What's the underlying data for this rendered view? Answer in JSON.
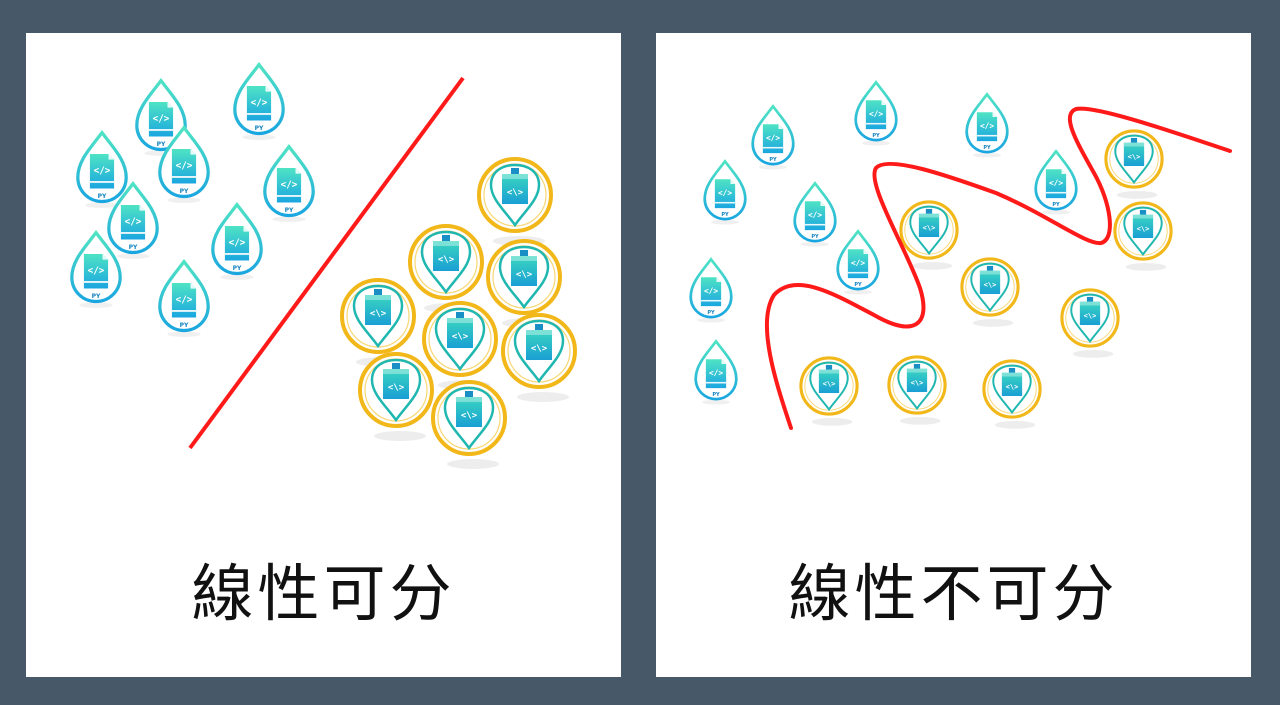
{
  "panels": [
    {
      "id": "linear",
      "caption": "線性可分"
    },
    {
      "id": "nonlinear",
      "caption": "線性不可分"
    }
  ],
  "icons": {
    "drop": {
      "name": "python-file-drop-icon",
      "label": "PY",
      "code": "</>",
      "color_top": "#4fe3c4",
      "color_bottom": "#1aa6e0"
    },
    "coin": {
      "name": "code-file-coin-icon",
      "code": "<\\>",
      "ring_color": "#f2b719",
      "pin_color": "#1fb7b0"
    }
  },
  "boundary_color": "#ff1a1a"
}
